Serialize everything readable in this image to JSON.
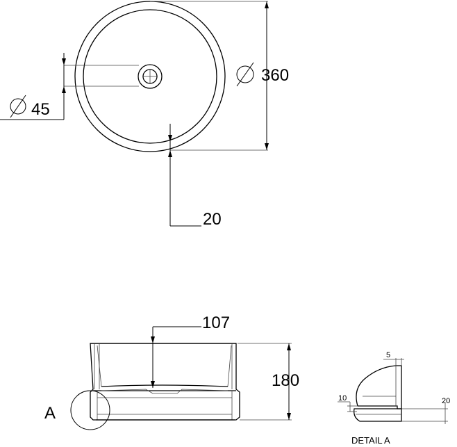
{
  "drawing": {
    "top_view": {
      "outer_diameter": "360",
      "drain_diameter": "45",
      "rim_width": "20"
    },
    "side_view": {
      "depth": "107",
      "height": "180",
      "detail_marker": "A"
    },
    "detail": {
      "dim_top": "5",
      "dim_left": "10",
      "dim_right": "20",
      "title": "DETAIL A"
    }
  }
}
